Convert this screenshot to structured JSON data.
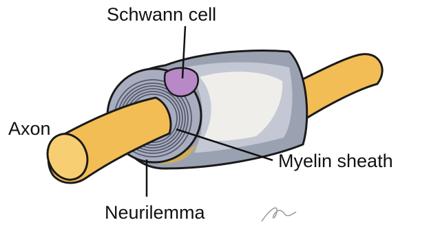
{
  "labels": {
    "schwann_cell": "Schwann cell",
    "axon": "Axon",
    "myelin_sheath": "Myelin sheath",
    "neurilemma": "Neurilemma"
  },
  "colors": {
    "axon": "#f2bd55",
    "axon_outline": "#1a1a1a",
    "sheath_outer": "#9aa2b2",
    "sheath_inner": "#c3c8d4",
    "sheath_highlight": "#f2f0ec",
    "neurilemma_band": "#d8b04a",
    "nucleus": "#b889c6",
    "myelin_rings": "#55586a"
  },
  "signature": "handwritten mark"
}
